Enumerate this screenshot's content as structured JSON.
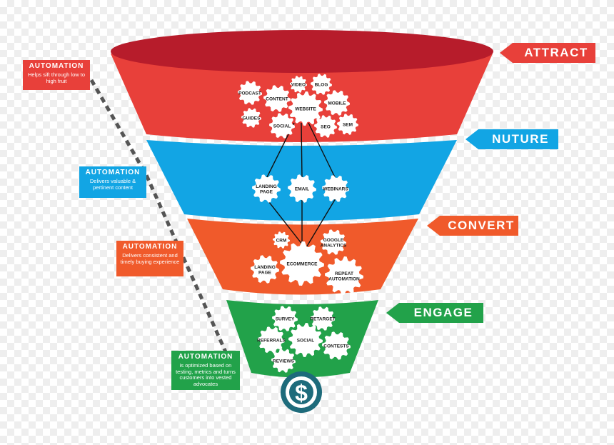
{
  "stages": [
    {
      "key": "attract",
      "label": "ATTRACT",
      "color": "#e8403a"
    },
    {
      "key": "nurture",
      "label": "NUTURE",
      "color": "#12a5e4"
    },
    {
      "key": "convert",
      "label": "CONVERT",
      "color": "#f05a2b"
    },
    {
      "key": "engage",
      "label": "ENGAGE",
      "color": "#22a24a"
    }
  ],
  "automation": [
    {
      "title": "AUTOMATION",
      "desc": "Helps sift through low to high fruit",
      "color": "#e8403a"
    },
    {
      "title": "AUTOMATION",
      "desc": "Delivers valuable & pertinent content",
      "color": "#12a5e4"
    },
    {
      "title": "AUTOMATION",
      "desc": "Delivers consistent and timely buying experience",
      "color": "#f05a2b"
    },
    {
      "title": "AUTOMATION",
      "desc": "is optimized based on testing, metrics and turns customers into vested advocates",
      "color": "#22a24a"
    }
  ],
  "gears": {
    "attract": [
      "PODCAST",
      "VIDEO",
      "BLOG",
      "CONTENT",
      "WEBSITE",
      "MOBILE",
      "GUIDES",
      "SOCIAL",
      "SEO",
      "SEM"
    ],
    "nurture": [
      "LANDING PAGE",
      "EMAIL",
      "WEBINARS"
    ],
    "convert": [
      "CRM",
      "GOOGLE ANALYTICS",
      "LANDING PAGE",
      "ECOMMERCE",
      "REPEAT AUTOMATION"
    ],
    "engage": [
      "SURVEY",
      "RETARGET",
      "REFERRALS",
      "SOCIAL",
      "CONTESTS",
      "REVIEWS"
    ]
  },
  "logo": {
    "symbol": "$",
    "color": "#1e6b7b"
  }
}
